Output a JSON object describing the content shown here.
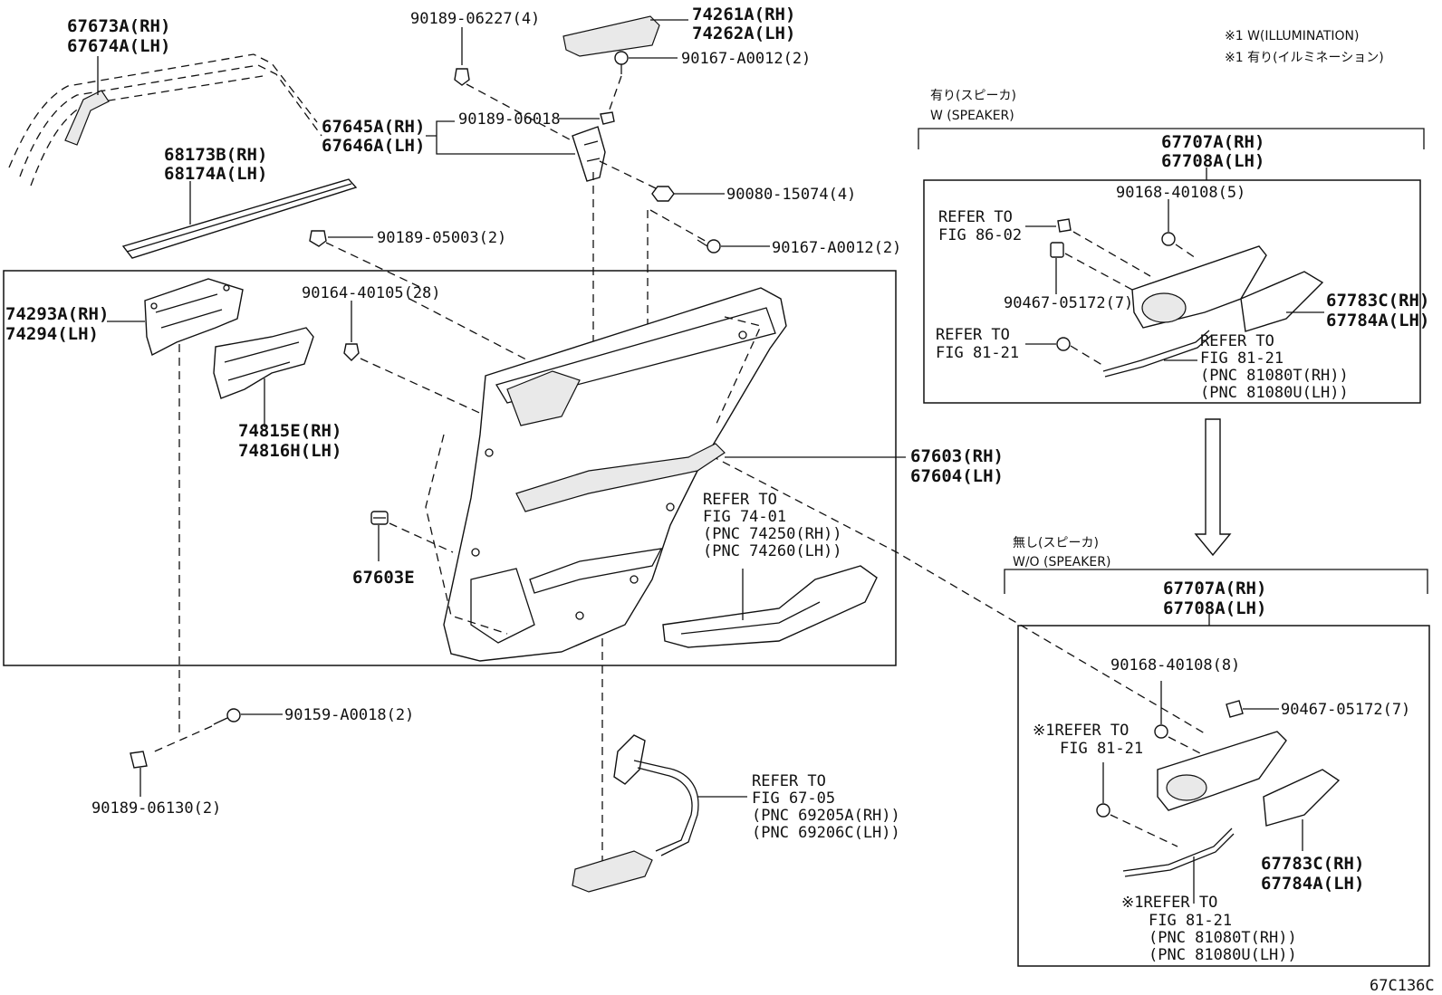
{
  "labels": {
    "molding_outer": [
      "67673A(RH)",
      "67674A(LH)"
    ],
    "clip_90189_06227": "90189-06227(4)",
    "pad_74261": [
      "74261A(RH)",
      "74262A(LH)"
    ],
    "screw_90167_top": "90167-A0012(2)",
    "clip_90189_06018": "90189-06018",
    "bracket_67645": [
      "67645A(RH)",
      "67646A(LH)"
    ],
    "weatherstrip_68173": [
      "68173B(RH)",
      "68174A(LH)"
    ],
    "nut_90080": "90080-15074(4)",
    "clip_90189_05003": "90189-05003(2)",
    "screw_90167_mid": "90167-A0012(2)",
    "bracket_74293": [
      "74293A(RH)",
      "74294(LH)"
    ],
    "clip_90164": "90164-40105(28)",
    "bracket_74815": [
      "74815E(RH)",
      "74816H(LH)"
    ],
    "panel_67603": [
      "67603(RH)",
      "67604(LH)"
    ],
    "clip_67603E": "67603E",
    "refer_74_01": [
      "REFER TO",
      "FIG 74-01",
      "(PNC 74250(RH))",
      "(PNC 74260(LH))"
    ],
    "screw_90159": "90159-A0018(2)",
    "clip_90189_06130": "90189-06130(2)",
    "refer_67_05": [
      "REFER TO",
      "FIG 67-05",
      "(PNC 69205A(RH))",
      "(PNC 69206C(LH))"
    ],
    "diagram_code": "67C136C"
  },
  "notes": {
    "illumination_en": "※1 W(ILLUMINATION)",
    "illumination_jp": "※1 有り(イルミネーション)"
  },
  "with_speaker": {
    "heading_jp": "有り(スピーカ)",
    "heading_en": "W (SPEAKER)",
    "part": [
      "67707A(RH)",
      "67708A(LH)"
    ],
    "screw": "90168-40108(5)",
    "refer_86_02": [
      "REFER TO",
      "FIG 86-02"
    ],
    "clip": "90467-05172(7)",
    "cover": [
      "67783C(RH)",
      "67784A(LH)"
    ],
    "refer_81_21_left": [
      "REFER TO",
      "FIG 81-21"
    ],
    "refer_81_21_right": [
      "REFER TO",
      "FIG 81-21",
      "(PNC 81080T(RH))",
      "(PNC 81080U(LH))"
    ]
  },
  "without_speaker": {
    "heading_jp": "無し(スピーカ)",
    "heading_en": "W/O (SPEAKER)",
    "part": [
      "67707A(RH)",
      "67708A(LH)"
    ],
    "screw": "90168-40108(8)",
    "clip": "90467-05172(7)",
    "refer_upper": [
      "※1REFER TO",
      "FIG 81-21"
    ],
    "cover": [
      "67783C(RH)",
      "67784A(LH)"
    ],
    "refer_lower": [
      "※1REFER TO",
      "FIG 81-21",
      "(PNC 81080T(RH))",
      "(PNC 81080U(LH))"
    ]
  }
}
